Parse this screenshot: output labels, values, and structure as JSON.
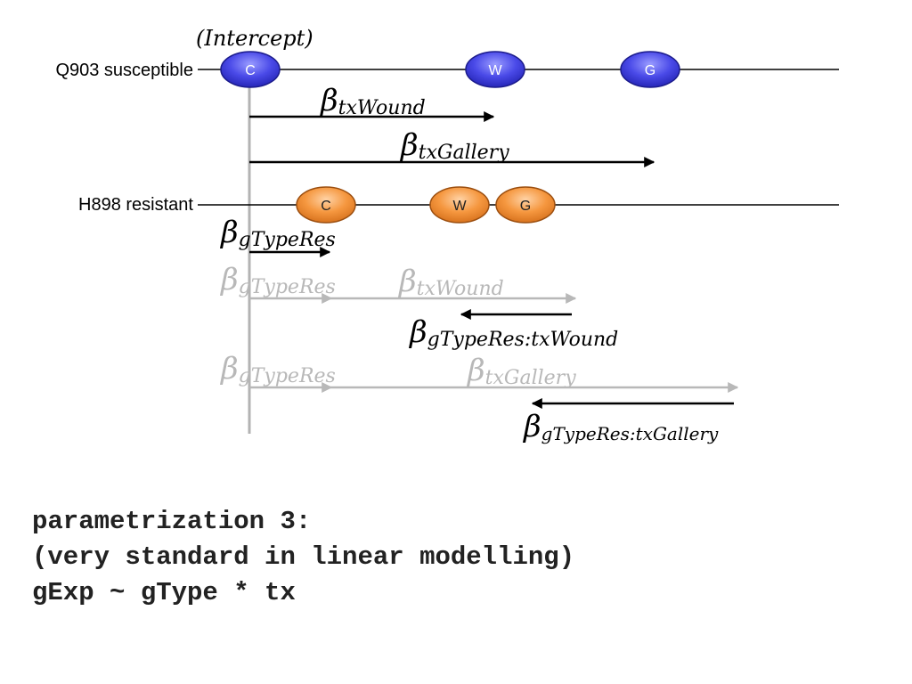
{
  "diagram": {
    "intercept_label": "(Intercept)",
    "rows": [
      {
        "id": "susceptible",
        "label": "Q903 susceptible",
        "nodes": [
          "C",
          "W",
          "G"
        ]
      },
      {
        "id": "resistant",
        "label": "H898 resistant",
        "nodes": [
          "C",
          "W",
          "G"
        ]
      }
    ],
    "arrows": {
      "tx_wound": {
        "symbol": "β",
        "subscript": "txWound"
      },
      "tx_gallery": {
        "symbol": "β",
        "subscript": "txGallery"
      },
      "gtype_res": {
        "symbol": "β",
        "subscript": "gTypeRes"
      },
      "gtype_res_faded_1": {
        "symbol": "β",
        "subscript": "gTypeRes"
      },
      "tx_wound_faded": {
        "symbol": "β",
        "subscript": "txWound"
      },
      "interaction_wound": {
        "symbol": "β",
        "subscript": "gTypeRes:txWound"
      },
      "gtype_res_faded_2": {
        "symbol": "β",
        "subscript": "gTypeRes"
      },
      "tx_gallery_faded": {
        "symbol": "β",
        "subscript": "txGallery"
      },
      "interaction_gallery": {
        "symbol": "β",
        "subscript": "gTypeRes:txGallery"
      }
    },
    "colors": {
      "susceptible_node": "#4a4ae8",
      "resistant_node": "#f2933a",
      "active_arrow": "#000000",
      "faded_arrow": "#b8b8b8"
    }
  },
  "caption": {
    "line1": "parametrization 3:",
    "line2": "(very standard in linear modelling)",
    "line3": "gExp ~ gType * tx"
  }
}
